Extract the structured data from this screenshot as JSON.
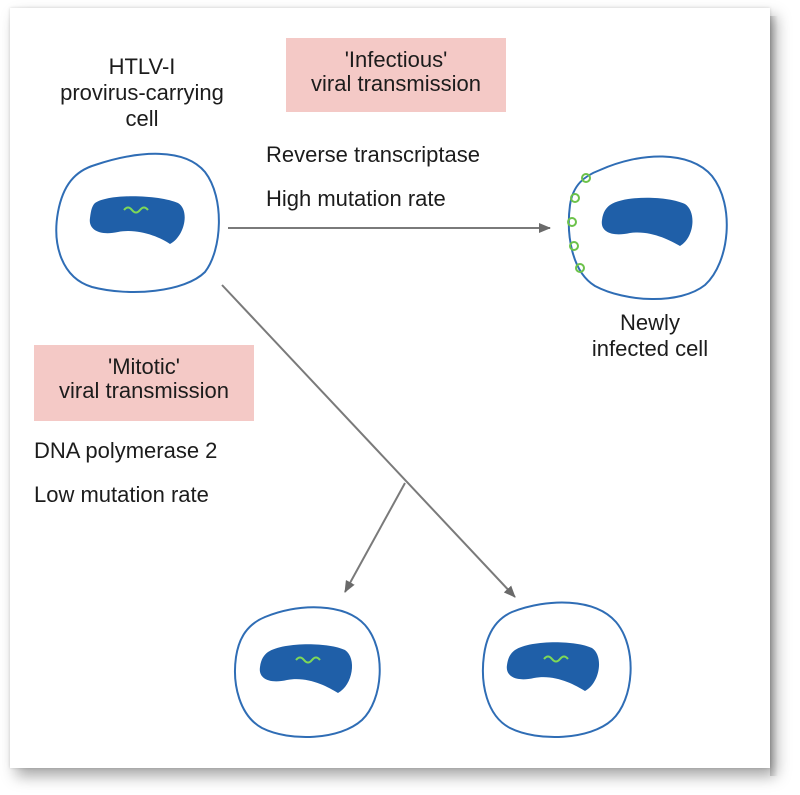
{
  "source_cell": {
    "label_lines": [
      "HTLV-I",
      "provirus-carrying",
      "cell"
    ]
  },
  "infectious": {
    "box_lines": [
      "'Infectious'",
      "viral transmission"
    ],
    "enzyme": "Reverse transcriptase",
    "mutation": "High mutation rate"
  },
  "new_cell": {
    "label_lines": [
      "Newly",
      "infected cell"
    ]
  },
  "mitotic": {
    "box_lines": [
      "'Mitotic'",
      "viral transmission"
    ],
    "enzyme": "DNA polymerase 2",
    "mutation": "Low mutation rate"
  },
  "colors": {
    "cell_outline": "#2f6db5",
    "nucleus": "#1f5fa8",
    "provirus": "#7ed957",
    "virion": "#6cc24a",
    "arrow": "#7a7a7a",
    "label_box": "#f4c9c6"
  }
}
